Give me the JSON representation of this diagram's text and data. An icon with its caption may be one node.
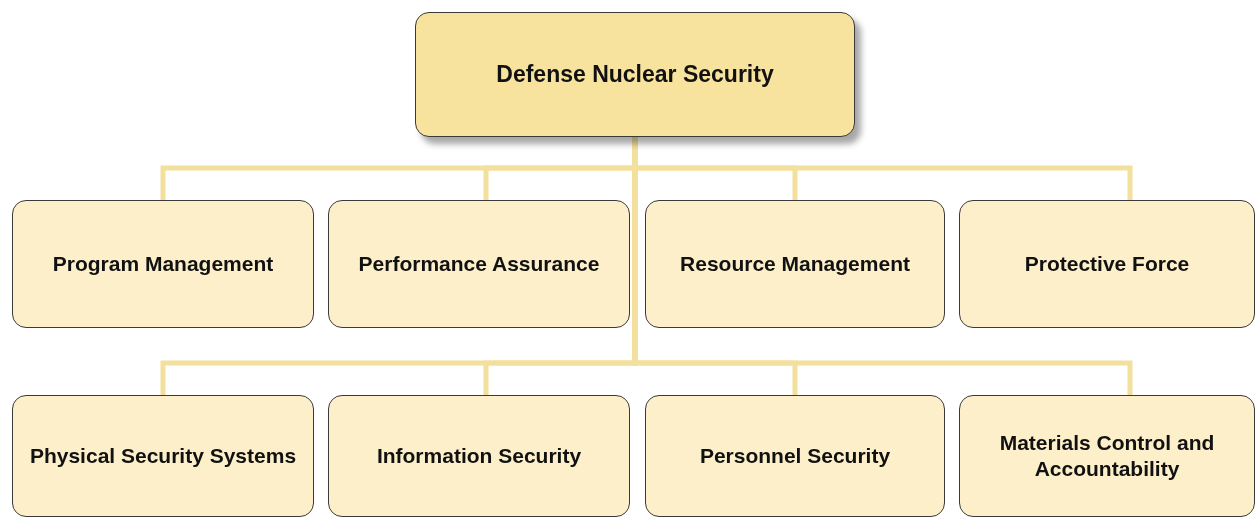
{
  "diagram": {
    "nodes": [
      {
        "text": [
          "Defense Nuclear Security"
        ]
      },
      {
        "text": [
          "Program Management"
        ]
      },
      {
        "text": [
          "Performance Assurance"
        ]
      },
      {
        "text": [
          "Resource Management"
        ]
      },
      {
        "text": [
          "Protective Force"
        ]
      },
      {
        "text": [
          "Physical Security Systems"
        ]
      },
      {
        "text": [
          "Information Security"
        ]
      },
      {
        "text": [
          "Personnel Security"
        ]
      },
      {
        "text": [
          "Materials Control and Accountability"
        ]
      }
    ],
    "edges": [
      {
        "from": 0,
        "to": 1,
        "arrow": "none"
      },
      {
        "from": 0,
        "to": 2,
        "arrow": "none"
      },
      {
        "from": 0,
        "to": 3,
        "arrow": "none"
      },
      {
        "from": 0,
        "to": 4,
        "arrow": "none"
      },
      {
        "from": 0,
        "to": 5,
        "arrow": "none"
      },
      {
        "from": 0,
        "to": 6,
        "arrow": "none"
      },
      {
        "from": 0,
        "to": 7,
        "arrow": "none"
      },
      {
        "from": 0,
        "to": 8,
        "arrow": "none"
      }
    ]
  }
}
